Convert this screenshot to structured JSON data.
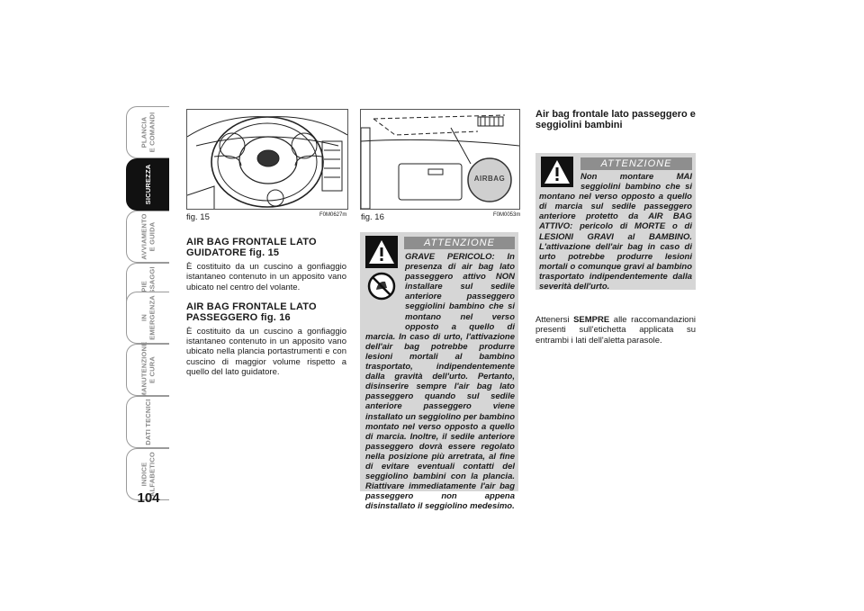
{
  "sidetabs": [
    {
      "label": "PLANCIA\nE COMANDI",
      "active": false
    },
    {
      "label": "SICUREZZA",
      "active": true
    },
    {
      "label": "AVVIAMENTO\nE GUIDA",
      "active": false
    },
    {
      "label": "SPIE\nE MESSAGGI",
      "active": false
    },
    {
      "label": "IN\nEMERGENZA",
      "active": false
    },
    {
      "label": "MANUTENZIONE\nE CURA",
      "active": false
    },
    {
      "label": "DATI TECNICI",
      "active": false
    },
    {
      "label": "INDICE\nALFABETICO",
      "active": false
    }
  ],
  "page_number": "104",
  "figures": {
    "fig15": {
      "caption": "fig. 15",
      "code": "F0M0627m"
    },
    "fig16": {
      "caption": "fig. 16",
      "code": "F0M0053m",
      "badge": "AIRBAG"
    }
  },
  "left": {
    "h1a": "AIR BAG FRONTALE LATO",
    "h1b": "GUIDATORE",
    "h1ref": " fig. 15",
    "p1": "È costituito da un cuscino a gonfiaggio istantaneo contenuto in un apposito vano ubicato nel centro del volante.",
    "h2a": "AIR BAG FRONTALE LATO",
    "h2b": "PASSEGGERO",
    "h2ref": " fig. 16",
    "p2": "È costituito da un cuscino a gonfiaggio istantaneo contenuto in un apposito vano ubicato nella plancia portastrumenti e con cuscino di maggior volume rispetto a quello del lato guidatore."
  },
  "warning1": {
    "header": "ATTENZIONE",
    "text": "GRAVE PERICOLO: In presenza di air bag lato passeggero attivo NON installare sul sedile anteriore passeggero seggiolini bambino che si montano nel verso opposto a quello di marcia. In caso di urto, l'attivazione dell'air bag potrebbe produrre lesioni mortali al bambino trasportato, indipendentemente dalla gravità dell'urto. Pertanto, disinserire sempre l'air bag lato passeggero quando sul sedile anteriore passeggero viene installato un seggiolino per bambino montato nel verso opposto a quello di marcia. Inoltre, il sedile anteriore passeggero dovrà essere regolato nella posizione più arretrata, al fine di evitare eventuali contatti del seggiolino bambini con la plancia. Riattivare immediatamente l'air bag passeggero non appena disinstallato il seggiolino medesimo."
  },
  "right": {
    "title": "Air bag frontale lato passeggero e seggiolini bambini",
    "p_pre": "Attenersi ",
    "p_bold": "SEMPRE",
    "p_post": " alle raccomandazioni presenti sull'etichetta applicata su entrambi i lati dell'aletta parasole."
  },
  "warning2": {
    "header": "ATTENZIONE",
    "text": "Non montare MAI seggiolini bambino che si montano nel verso opposto a quello di marcia sul sedile passeggero anteriore protetto da AIR BAG ATTIVO: pericolo di MORTE o di LESIONI GRAVI al BAMBINO. L'attivazione dell'air bag in caso di urto potrebbe produrre lesioni mortali o comunque gravi al bambino trasportato indipendentemente dalla severità dell'urto."
  }
}
